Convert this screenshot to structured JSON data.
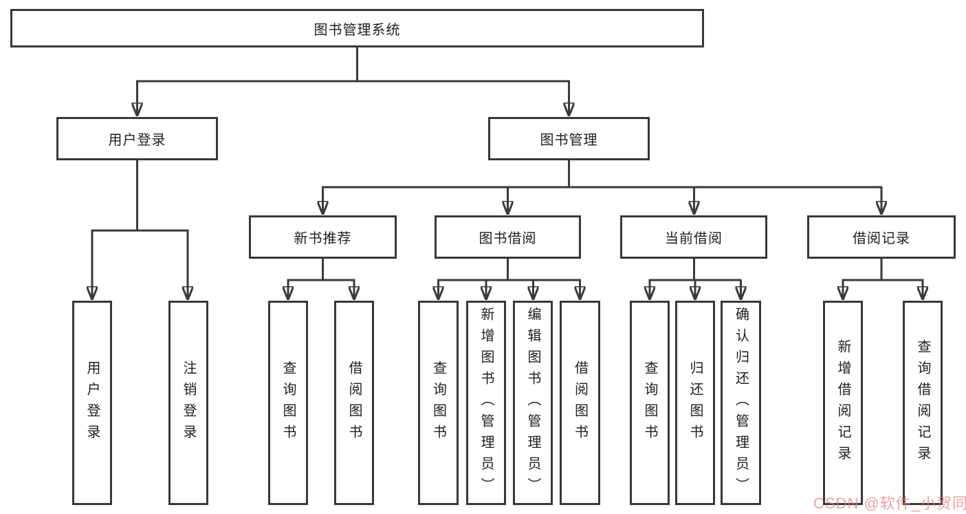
{
  "root": {
    "label": "图书管理系统"
  },
  "level2": [
    {
      "label": "用户登录"
    },
    {
      "label": "图书管理"
    }
  ],
  "level3": [
    {
      "label": "新书推荐"
    },
    {
      "label": "图书借阅"
    },
    {
      "label": "当前借阅"
    },
    {
      "label": "借阅记录"
    }
  ],
  "level4": [
    {
      "label": "用户登录"
    },
    {
      "label": "注销登录"
    },
    {
      "label": "查询图书"
    },
    {
      "label": "借阅图书"
    },
    {
      "label": "查询图书"
    },
    {
      "label": "新增图书（管理员）"
    },
    {
      "label": "编辑图书（管理员）"
    },
    {
      "label": "借阅图书"
    },
    {
      "label": "查询图书"
    },
    {
      "label": "归还图书"
    },
    {
      "label": "确认归还（管理员）"
    },
    {
      "label": "新增借阅记录"
    },
    {
      "label": "查询借阅记录"
    }
  ],
  "watermark": {
    "text": "CSDN @软件_小贺同学"
  },
  "colors": {
    "line": "#3a3a3a",
    "box_border": "#383838",
    "text": "#1e1e1e",
    "watermark": "#e28080",
    "background": "#ffffff"
  }
}
